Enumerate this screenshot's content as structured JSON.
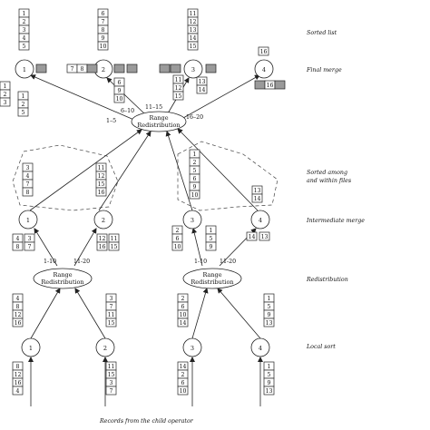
{
  "stages": {
    "sorted_list": "Sorted list",
    "final_merge": "Final merge",
    "sorted_among": "Sorted among",
    "and_within_files": "and within files",
    "intermediate_merge": "Intermediate merge",
    "redistribution": "Redistribution",
    "local_sort": "Local sort",
    "records": "Records from the child operator"
  },
  "top_redistribution": {
    "line1": "Range",
    "line2": "Redistribution"
  },
  "left_redistribution": {
    "line1": "Range",
    "line2": "Redistribution"
  },
  "right_redistribution": {
    "line1": "Range",
    "line2": "Redistribution"
  },
  "range_labels": {
    "r1_5": "1–5",
    "r6_10": "6–10",
    "r11_15": "11–15",
    "r16_20": "16–20",
    "l1_10": "1-10",
    "l11_20": "11-20",
    "rr1_10": "1-10",
    "rr11_20": "11-20"
  },
  "final_nodes": [
    "1",
    "2",
    "3",
    "4"
  ],
  "intermediate_nodes": [
    "1",
    "2",
    "3",
    "4"
  ],
  "local_nodes": [
    "1",
    "2",
    "3",
    "4"
  ],
  "sorted_lists": [
    [
      "1",
      "2",
      "3",
      "4",
      "5"
    ],
    [
      "6",
      "7",
      "8",
      "9",
      "10"
    ],
    [
      "11",
      "12",
      "13",
      "14",
      "15"
    ],
    [
      "16"
    ]
  ],
  "final_inputs": {
    "n1_left": [
      "1",
      "2",
      "3"
    ],
    "n1_below": [
      "1",
      "2",
      "5"
    ],
    "n2_left": [
      "7",
      "8"
    ],
    "n2_below": [
      "6",
      "9",
      "10"
    ],
    "n3_left": [
      "11",
      "12",
      "15"
    ],
    "n3_right": [
      "13",
      "14"
    ],
    "n4_right": [
      "16"
    ]
  },
  "sorted_files": {
    "f1": [
      "3",
      "4",
      "7",
      "8"
    ],
    "f2": [
      "11",
      "12",
      "15",
      "16"
    ],
    "f3": [
      "1",
      "2",
      "5",
      "6",
      "9",
      "10"
    ],
    "f4": [
      "13",
      "14"
    ]
  },
  "intermediate_inputs": {
    "n1_a": [
      "4",
      "8"
    ],
    "n1_b": [
      "3",
      "7"
    ],
    "n2_a": [
      "12",
      "16"
    ],
    "n2_b": [
      "11",
      "15"
    ],
    "n3_a": [
      "2",
      "6",
      "10"
    ],
    "n3_b": [
      "1",
      "5",
      "9"
    ],
    "n4_a": [
      "14"
    ],
    "n4_b": [
      "13"
    ]
  },
  "local_sorted": {
    "l1": [
      "4",
      "8",
      "12",
      "16"
    ],
    "l2": [
      "3",
      "7",
      "11",
      "15"
    ],
    "l3": [
      "2",
      "6",
      "10",
      "14"
    ],
    "l4": [
      "1",
      "5",
      "9",
      "13"
    ]
  },
  "raw_records": {
    "r1": [
      "8",
      "12",
      "16",
      "4"
    ],
    "r2": [
      "11",
      "15",
      "3",
      "7"
    ],
    "r3": [
      "14",
      "2",
      "6",
      "10"
    ],
    "r4": [
      "1",
      "5",
      "9",
      "13"
    ]
  }
}
